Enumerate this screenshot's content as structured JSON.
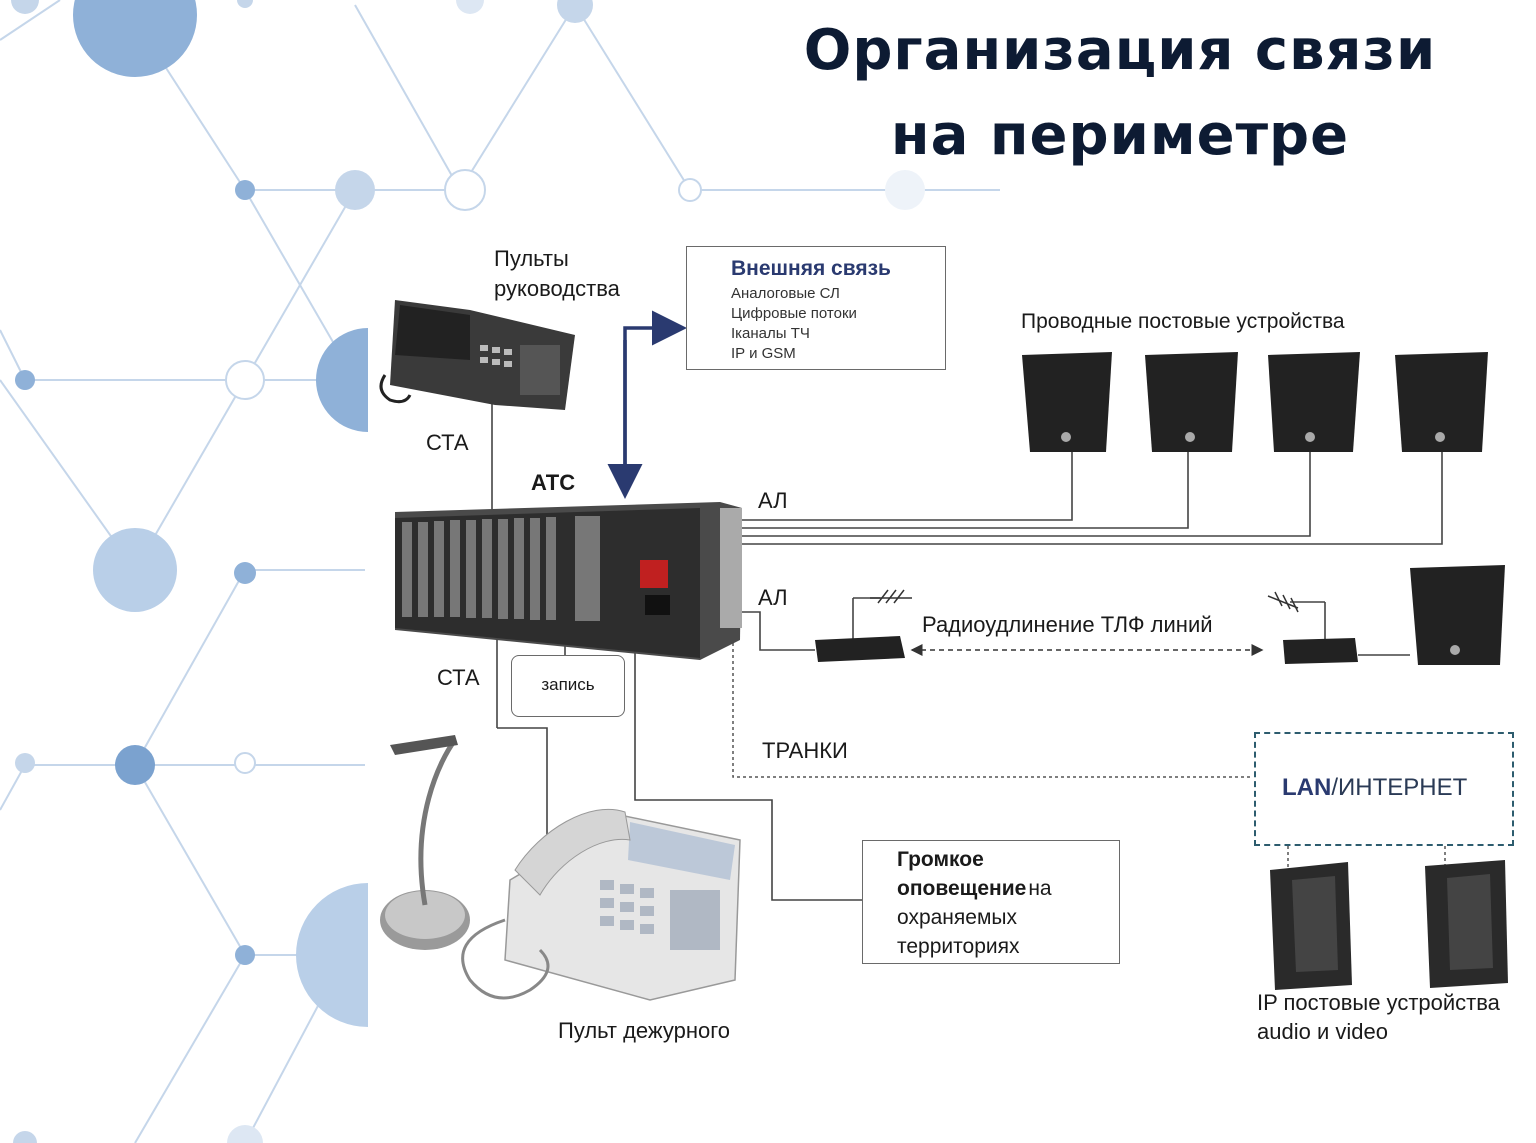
{
  "title": {
    "line1": "Организация связи",
    "line2": "на периметре"
  },
  "labels": {
    "pults_line1": "Пульты",
    "pults_line2": "руководства",
    "sta_top": "СТА",
    "atc": "АТС",
    "al_top": "АЛ",
    "al_bottom": "АЛ",
    "sta_bottom": "СТА",
    "record": "запись",
    "trunks": "ТРАНКИ",
    "wired_devices": "Проводные постовые устройства",
    "radio": "Радиоудлинение  ТЛФ линий",
    "duty": "Пульт дежурного",
    "ip_line1": "IP постовые устройства",
    "ip_line2": "audio и video"
  },
  "external": {
    "title": "Внешняя связь",
    "items": [
      "Аналоговые  СЛ",
      "Цифровые  потоки",
      "Iканалы  ТЧ",
      "IP и GSM"
    ]
  },
  "notification": {
    "bold_line1": "Громкое",
    "bold_line2": "оповещение",
    "rest_line2": "на",
    "line3": "охраняемых",
    "line4": "территориях"
  },
  "lan": {
    "bold": "LAN",
    "rest": "/ИНТЕРНЕТ"
  },
  "colors": {
    "title": "#0d1b33",
    "accent": "#2a3a70",
    "network_bubble": "#8fb1d8",
    "network_line": "#b8cde6"
  }
}
